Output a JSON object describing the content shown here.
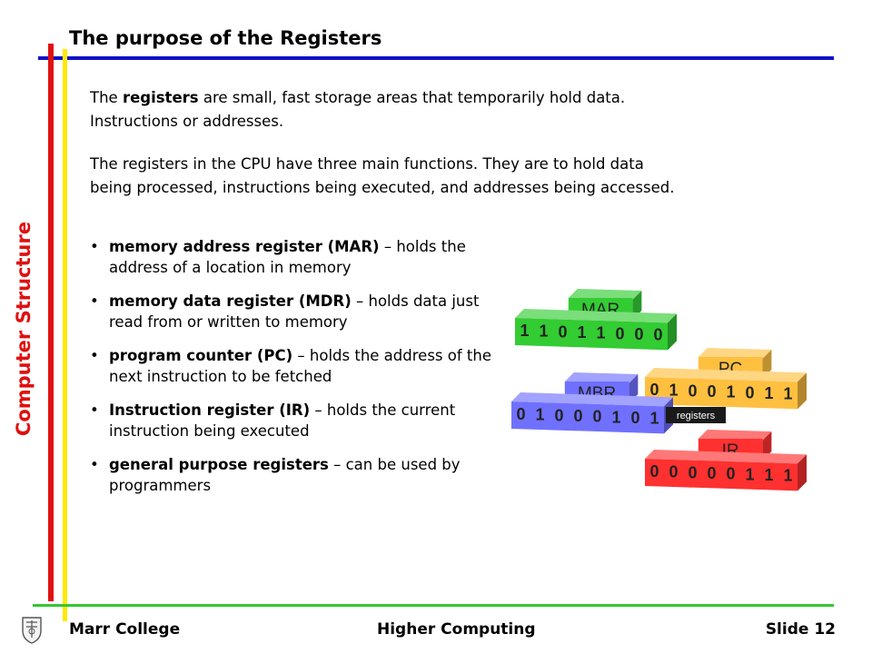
{
  "slide": {
    "title": "The purpose of the Registers",
    "side_label": "Computer Structure",
    "intro": {
      "p1_line1_pre": "The ",
      "p1_line1_bold": "registers",
      "p1_line1_post": " are small, fast storage areas that temporarily hold data.",
      "p1_line2": "Instructions or addresses.",
      "p2_line1": "The registers in the CPU have three main functions.  They are to hold data",
      "p2_line2": "being processed, instructions being executed, and addresses being accessed."
    },
    "bullets": [
      {
        "term": "memory address register (MAR)",
        "desc": " – holds the address of a location in memory"
      },
      {
        "term": "memory data register (MDR)",
        "desc": " – holds data just read from or written to memory"
      },
      {
        "term": "program counter (PC)",
        "desc": " – holds the address of the next instruction to be fetched"
      },
      {
        "term": "Instruction register (IR)",
        "desc": " – holds the current instruction being executed"
      },
      {
        "term": "general purpose registers",
        "desc": " – can be used by programmers"
      }
    ]
  },
  "diagram": {
    "registers": [
      {
        "name": "MAR",
        "bits": "11011000",
        "color": "#33cc33"
      },
      {
        "name": "PC",
        "bits": "01001011",
        "color": "#ffc040"
      },
      {
        "name": "MBR",
        "bits": "01000101",
        "color": "#7070ff"
      },
      {
        "name": "IR",
        "bits": "00000111",
        "color": "#ff3030"
      }
    ],
    "tooltip": "registers"
  },
  "footer": {
    "left": "Marr College",
    "middle": "Higher Computing",
    "right": "Slide 12"
  }
}
